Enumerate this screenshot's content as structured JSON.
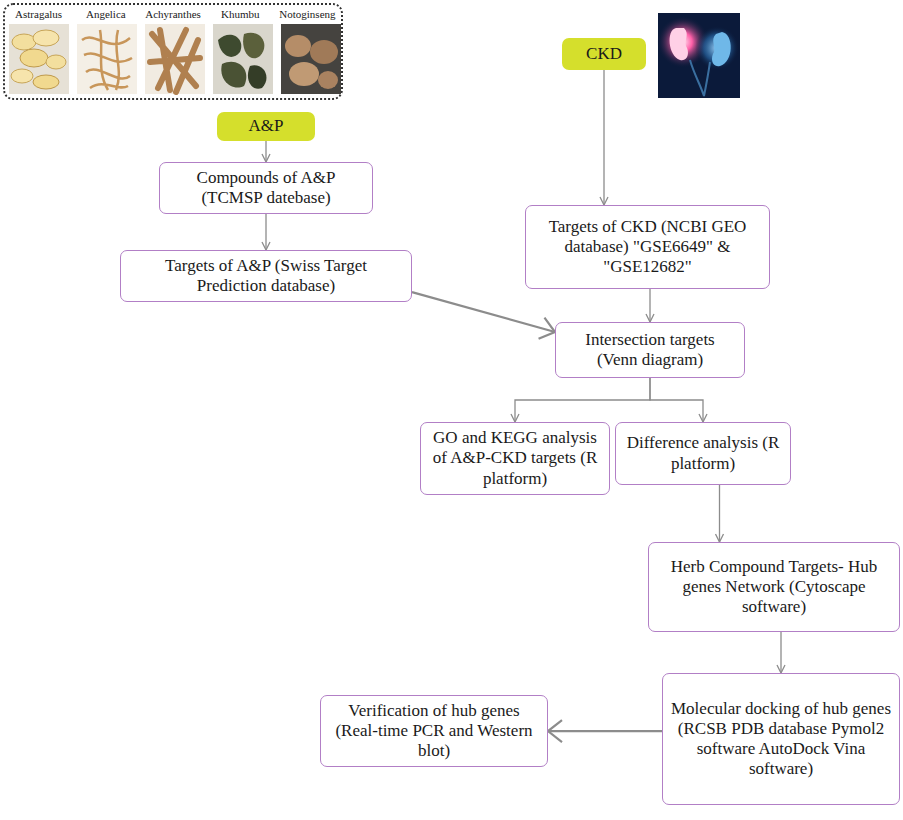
{
  "diagram": {
    "nodes": [
      {
        "text": [
          "Astragalus",
          "Angelica",
          "Achyranthes",
          "Khumbu",
          "Notoginseng"
        ]
      },
      {
        "text": [
          "A&P"
        ]
      },
      {
        "text": [
          "Compounds of A&P (TCMSP datebase)"
        ]
      },
      {
        "text": [
          "Targets of A&P (Swiss Target Prediction database)"
        ]
      },
      {
        "text": [
          "CKD"
        ]
      },
      {
        "text": [
          "Targets of CKD (NCBI GEO database) \"GSE6649\" & \"GSE12682\""
        ]
      },
      {
        "text": [
          "Intersection targets (Venn diagram)"
        ]
      },
      {
        "text": [
          "GO and KEGG analysis of A&P-CKD targets (R platform)"
        ]
      },
      {
        "text": [
          "Difference analysis (R platform)"
        ]
      },
      {
        "text": [
          "Herb Compound Targets- Hub genes Network (Cytoscape software)"
        ]
      },
      {
        "text": [
          "Molecular docking of hub genes (RCSB PDB database Pymol2 software AutoDock Vina software)"
        ]
      },
      {
        "text": [
          "Verification of hub genes (Real-time PCR and Western blot)"
        ]
      }
    ],
    "edges": [
      {
        "from": 1,
        "to": 2,
        "arrow": "to"
      },
      {
        "from": 2,
        "to": 3,
        "arrow": "to"
      },
      {
        "from": 3,
        "to": 6,
        "arrow": "to"
      },
      {
        "from": 4,
        "to": 5,
        "arrow": "to"
      },
      {
        "from": 5,
        "to": 6,
        "arrow": "to"
      },
      {
        "from": 6,
        "to": 7,
        "arrow": "to"
      },
      {
        "from": 6,
        "to": 8,
        "arrow": "to"
      },
      {
        "from": 8,
        "to": 9,
        "arrow": "to"
      },
      {
        "from": 9,
        "to": 10,
        "arrow": "to"
      },
      {
        "from": 10,
        "to": 11,
        "arrow": "to"
      }
    ]
  }
}
